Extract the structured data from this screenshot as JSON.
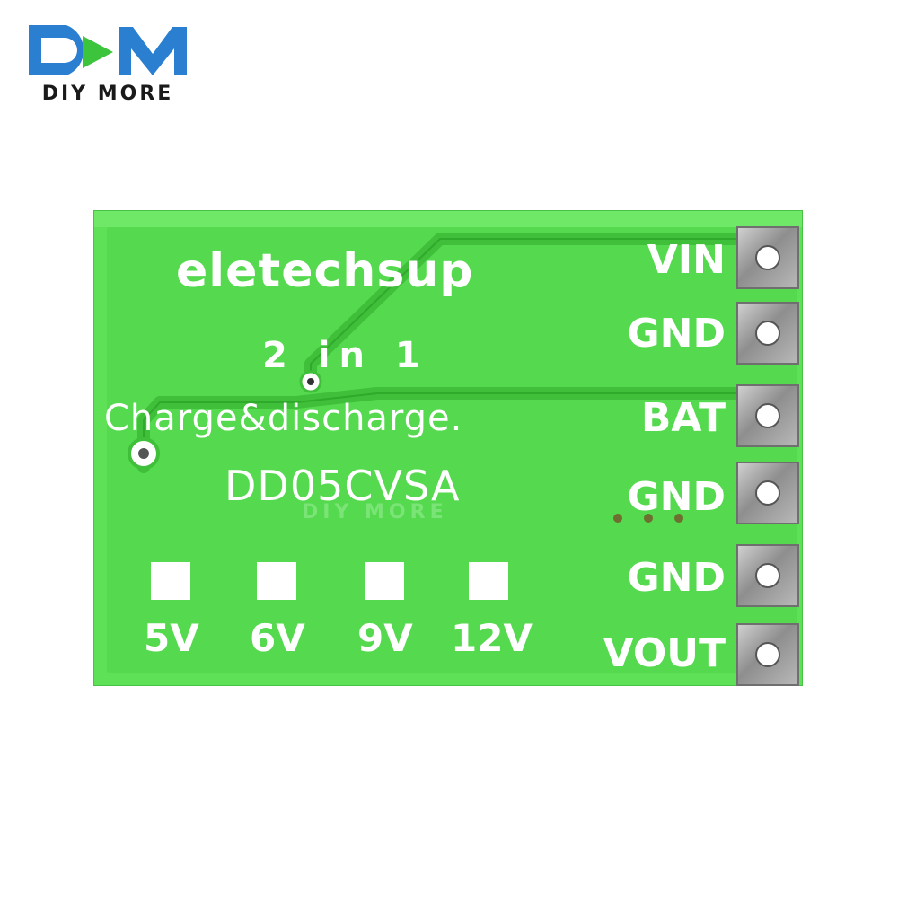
{
  "brand": {
    "logo_mark": "DM",
    "logo_text": "DIY MORE",
    "colors": {
      "logo_blue": "#2a7fd0",
      "logo_green": "#3cc43c"
    }
  },
  "board": {
    "silkscreen_brand": "eletechsup",
    "silkscreen_line2": "2 in 1",
    "silkscreen_line3": "Charge&discharge.",
    "model": "DD05CVSA",
    "watermark": "DIY MORE",
    "pads": [
      {
        "label": "VIN"
      },
      {
        "label": "GND"
      },
      {
        "label": "BAT"
      },
      {
        "label": "GND"
      },
      {
        "label": "GND"
      },
      {
        "label": "VOUT"
      }
    ],
    "voltage_options": [
      {
        "label": "5V"
      },
      {
        "label": "6V"
      },
      {
        "label": "9V"
      },
      {
        "label": "12V"
      }
    ],
    "colors": {
      "pcb_green": "#55d94e",
      "silkscreen": "#ffffff",
      "pad_metal": "#a8a8a8"
    }
  }
}
